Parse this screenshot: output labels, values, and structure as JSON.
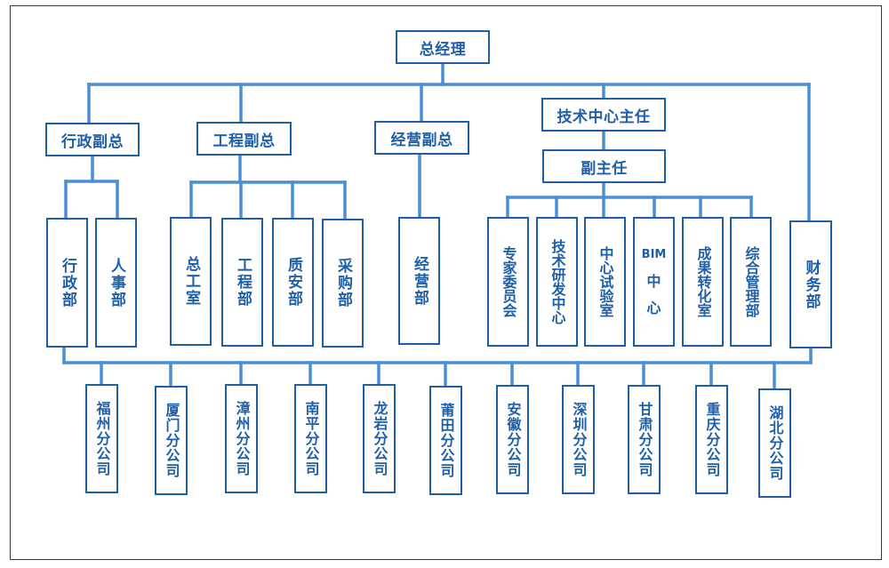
{
  "diagram": {
    "type": "org-chart",
    "line_color": "#4a8fd4",
    "box_color": "#1f5fa8",
    "root": "总经理",
    "level1": [
      {
        "id": "admin_vp",
        "label": "行政副总",
        "children": [
          "行政部",
          "人事部"
        ]
      },
      {
        "id": "eng_vp",
        "label": "工程副总",
        "children": [
          "总工室",
          "工程部",
          "质安部",
          "采购部"
        ]
      },
      {
        "id": "biz_vp",
        "label": "经营副总",
        "children": [
          "经营部"
        ]
      },
      {
        "id": "tech_director",
        "label": "技术中心主任",
        "deputy": "副主任",
        "children": [
          "专家委员会",
          "技术研发中心",
          "中心试验室",
          "BIM中心",
          "成果转化室",
          "综合管理部"
        ]
      },
      {
        "id": "finance",
        "label": "财务部"
      }
    ],
    "departments": {
      "admin": [
        "行政部",
        "人事部"
      ],
      "eng": [
        "总工室",
        "工程部",
        "质安部",
        "采购部"
      ],
      "biz": [
        "经营部"
      ],
      "tech": [
        "专家委员会",
        "技术研发中心",
        "中心试验室",
        "BIM",
        "成果转化室",
        "综合管理部"
      ],
      "bim_suffix": "中心",
      "finance": "财务部"
    },
    "branches": [
      "福州分公司",
      "厦门分公司",
      "漳州分公司",
      "南平分公司",
      "龙岩分公司",
      "莆田分公司",
      "安徽分公司",
      "深圳分公司",
      "甘肃分公司",
      "重庆分公司",
      "湖北分公司"
    ]
  }
}
